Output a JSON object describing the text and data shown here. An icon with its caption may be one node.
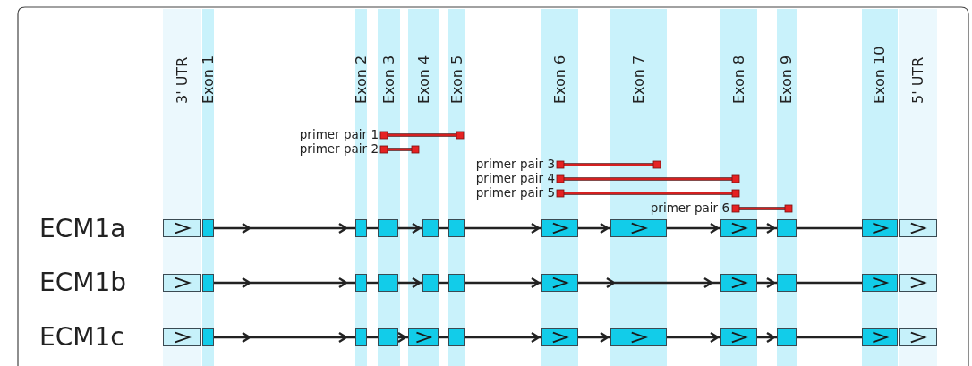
{
  "diagram": {
    "nodes": [
      {
        "text": [
          "3' UTR"
        ]
      },
      {
        "text": [
          "Exon 1"
        ]
      },
      {
        "text": [
          "Exon 2"
        ]
      },
      {
        "text": [
          "Exon 3"
        ]
      },
      {
        "text": [
          "Exon 4"
        ]
      },
      {
        "text": [
          "Exon 5"
        ]
      },
      {
        "text": [
          "Exon 6"
        ]
      },
      {
        "text": [
          "Exon 7"
        ]
      },
      {
        "text": [
          "Exon 8"
        ]
      },
      {
        "text": [
          "Exon 9"
        ]
      },
      {
        "text": [
          "Exon 10"
        ]
      },
      {
        "text": [
          "5' UTR"
        ]
      },
      {
        "text": [],
        "shape": "box",
        "in": 0
      },
      {
        "text": [],
        "shape": "box",
        "in": 1
      },
      {
        "text": [],
        "shape": "box",
        "in": 2
      },
      {
        "text": [],
        "shape": "box",
        "in": 3
      },
      {
        "text": [],
        "shape": "box",
        "in": 4
      },
      {
        "text": [],
        "shape": "box",
        "in": 5
      },
      {
        "text": [],
        "shape": "box",
        "in": 6
      },
      {
        "text": [],
        "shape": "box",
        "in": 7
      },
      {
        "text": [],
        "shape": "box",
        "in": 8
      },
      {
        "text": [],
        "shape": "box",
        "in": 9
      },
      {
        "text": [],
        "shape": "box",
        "in": 10
      },
      {
        "text": [],
        "shape": "box",
        "in": 11
      },
      {
        "text": [],
        "shape": "box",
        "in": 0
      },
      {
        "text": [],
        "shape": "box",
        "in": 1
      },
      {
        "text": [],
        "shape": "box",
        "in": 2
      },
      {
        "text": [],
        "shape": "box",
        "in": 3
      },
      {
        "text": [],
        "shape": "box",
        "in": 4
      },
      {
        "text": [],
        "shape": "box",
        "in": 5
      },
      {
        "text": [],
        "shape": "box",
        "in": 6
      },
      {
        "text": [],
        "shape": "box",
        "in": 8
      },
      {
        "text": [],
        "shape": "box",
        "in": 9
      },
      {
        "text": [],
        "shape": "box",
        "in": 10
      },
      {
        "text": [],
        "shape": "box",
        "in": 11
      },
      {
        "text": [],
        "shape": "box",
        "in": 0
      },
      {
        "text": [],
        "shape": "box",
        "in": 1
      },
      {
        "text": [],
        "shape": "box",
        "in": 2
      },
      {
        "text": [],
        "shape": "box",
        "in": 3
      },
      {
        "text": [],
        "shape": "box",
        "in": 4
      },
      {
        "text": [],
        "shape": "box",
        "in": 5
      },
      {
        "text": [],
        "shape": "box",
        "in": 6
      },
      {
        "text": [],
        "shape": "box",
        "in": 7
      },
      {
        "text": [],
        "shape": "box",
        "in": 8
      },
      {
        "text": [],
        "shape": "box",
        "in": 9
      },
      {
        "text": [],
        "shape": "box",
        "in": 10
      },
      {
        "text": [],
        "shape": "box",
        "in": 11
      }
    ],
    "edges": [
      {
        "from": 13,
        "to": 14,
        "arrow": "to"
      },
      {
        "from": 14,
        "to": 15,
        "arrow": "none"
      },
      {
        "from": 15,
        "to": 16,
        "arrow": "to"
      },
      {
        "from": 16,
        "to": 17,
        "arrow": "none"
      },
      {
        "from": 17,
        "to": 18,
        "arrow": "to"
      },
      {
        "from": 18,
        "to": 19,
        "arrow": "to"
      },
      {
        "from": 19,
        "to": 20,
        "arrow": "to"
      },
      {
        "from": 20,
        "to": 21,
        "arrow": "to"
      },
      {
        "from": 21,
        "to": 22,
        "arrow": "none"
      },
      {
        "from": 25,
        "to": 26,
        "arrow": "to"
      },
      {
        "from": 26,
        "to": 27,
        "arrow": "none"
      },
      {
        "from": 27,
        "to": 28,
        "arrow": "to"
      },
      {
        "from": 28,
        "to": 29,
        "arrow": "none"
      },
      {
        "from": 29,
        "to": 30,
        "arrow": "to"
      },
      {
        "from": 30,
        "to": 31,
        "arrow": "to"
      },
      {
        "from": 31,
        "to": 32,
        "arrow": "to"
      },
      {
        "from": 32,
        "to": 33,
        "arrow": "none"
      },
      {
        "from": 36,
        "to": 37,
        "arrow": "to"
      },
      {
        "from": 37,
        "to": 38,
        "arrow": "none"
      },
      {
        "from": 38,
        "to": 39,
        "arrow": "to"
      },
      {
        "from": 39,
        "to": 40,
        "arrow": "none"
      },
      {
        "from": 40,
        "to": 41,
        "arrow": "to"
      },
      {
        "from": 41,
        "to": 42,
        "arrow": "to"
      },
      {
        "from": 42,
        "to": 43,
        "arrow": "to"
      },
      {
        "from": 43,
        "to": 44,
        "arrow": "to"
      },
      {
        "from": 44,
        "to": 45,
        "arrow": "none"
      }
    ],
    "labels": [
      "primer pair 1",
      "primer pair 2",
      "primer pair 3",
      "primer pair 4",
      "primer pair 5",
      "primer pair 6",
      "ECM1a",
      "ECM1b",
      "ECM1c"
    ]
  }
}
